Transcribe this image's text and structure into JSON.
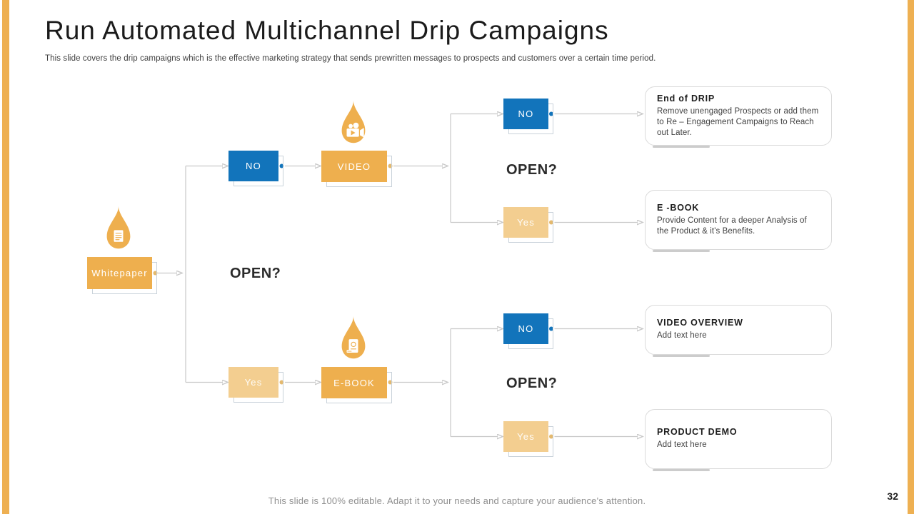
{
  "slide": {
    "title": "Run Automated Multichannel Drip Campaigns",
    "subtitle": "This slide covers the drip campaigns which is the effective marketing strategy that sends prewritten messages to prospects and customers over a certain time period.",
    "footer": "This slide is 100% editable. Adapt it to your needs and capture your audience's attention.",
    "page_number": "32"
  },
  "colors": {
    "orange": "#EEAF4E",
    "tan": "#F3CE90",
    "blue": "#1274BB",
    "connector": "#C9C9C9",
    "edge_strip": "#EEB052"
  },
  "nodes": {
    "whitepaper": "Whitepaper",
    "no1": "NO",
    "video": "VIDEO",
    "no2": "NO",
    "yes1": "Yes",
    "yes2": "Yes",
    "ebook": "E-BOOK",
    "no3": "NO",
    "yes3": "Yes",
    "open_top": "OPEN?",
    "open_mid": "OPEN?",
    "open_bottom": "OPEN?"
  },
  "icons": {
    "whitepaper_drop": "water-drop-document-icon",
    "video_drop": "water-drop-video-camera-icon",
    "ebook_drop": "water-drop-ebook-icon"
  },
  "cards": [
    {
      "title": "End of DRIP",
      "body": "Remove unengaged Prospects or add them to Re – Engagement Campaigns to Reach out Later."
    },
    {
      "title": "E -BOOK",
      "body": "Provide Content for a deeper Analysis of the Product & it's Benefits."
    },
    {
      "title": "VIDEO OVERVIEW",
      "body": "Add text here"
    },
    {
      "title": "PRODUCT DEMO",
      "body": "Add text here"
    }
  ]
}
